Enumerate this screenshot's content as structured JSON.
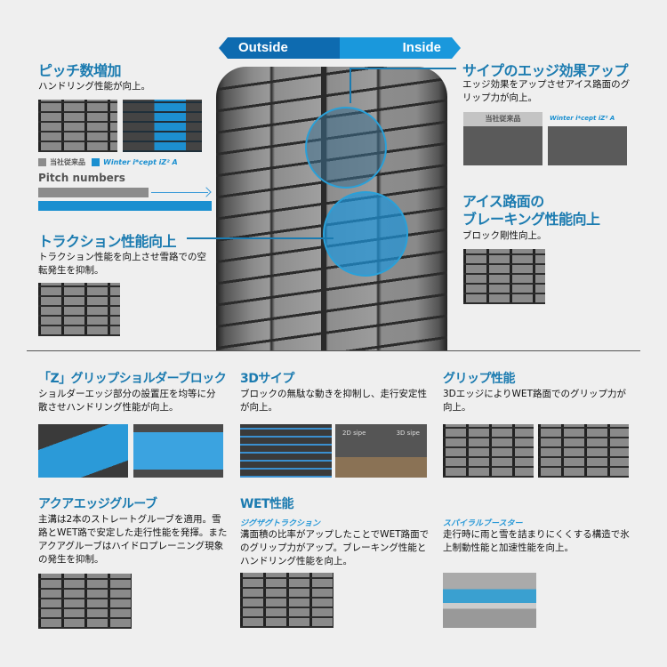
{
  "banner": {
    "outside": "Outside",
    "inside": "Inside"
  },
  "pitch": {
    "title": "ピッチ数増加",
    "desc": "ハンドリング性能が向上。",
    "legend_conventional": "当社従来品",
    "legend_product": "Winter i*cept iZ² A",
    "chart_title": "Pitch numbers",
    "colors": {
      "conventional": "#8c8c8c",
      "product": "#1a8fd0"
    }
  },
  "sipe_edge": {
    "title": "サイプのエッジ効果アップ",
    "desc": "エッジ効果をアップさせアイス路面のグリップ力が向上。",
    "label_conventional": "当社従来品",
    "label_product": "Winter i*cept iZ² A"
  },
  "ice_braking": {
    "title_line1": "アイス路面の",
    "title_line2": "ブレーキング性能向上",
    "desc": "ブロック剛性向上。"
  },
  "traction": {
    "title": "トラクション性能向上",
    "desc": "トラクション性能を向上させ雪路での空転発生を抑制。"
  },
  "features": [
    {
      "title": "「Z」グリップショルダーブロック",
      "subtitle": "",
      "desc": "ショルダーエッジ部分の設置圧を均等に分散させハンドリング性能が向上。"
    },
    {
      "title": "3Dサイプ",
      "subtitle": "",
      "desc": "ブロックの無駄な動きを抑制し、走行安定性が向上。",
      "label_2d": "2D sipe",
      "label_3d": "3D sipe"
    },
    {
      "title": "グリップ性能",
      "subtitle": "",
      "desc": "3DエッジによりWET路面でのグリップ力が向上。"
    },
    {
      "title": "アクアエッジグルーブ",
      "subtitle": "",
      "desc": "主溝は2本のストレートグルーブを適用。雪路とWET路で安定した走行性能を発揮。またアクアグルーブはハイドロプレーニング現象の発生を抑制。"
    },
    {
      "title": "WET性能",
      "subtitle": "ジグザグトラクション",
      "desc": "溝面積の比率がアップしたことでWET路面でのグリップ力がアップ。ブレーキング性能とハンドリング性能を向上。"
    },
    {
      "title": "",
      "subtitle": "スパイラルブースター",
      "desc": "走行時に雨と雪を詰まりにくくする構造で氷上制動性能と加速性能を向上。"
    }
  ],
  "colors": {
    "accent": "#1b7bb0",
    "banner_outside": "#0e6bb0",
    "banner_inside": "#1a98dc",
    "background": "#efefef"
  }
}
